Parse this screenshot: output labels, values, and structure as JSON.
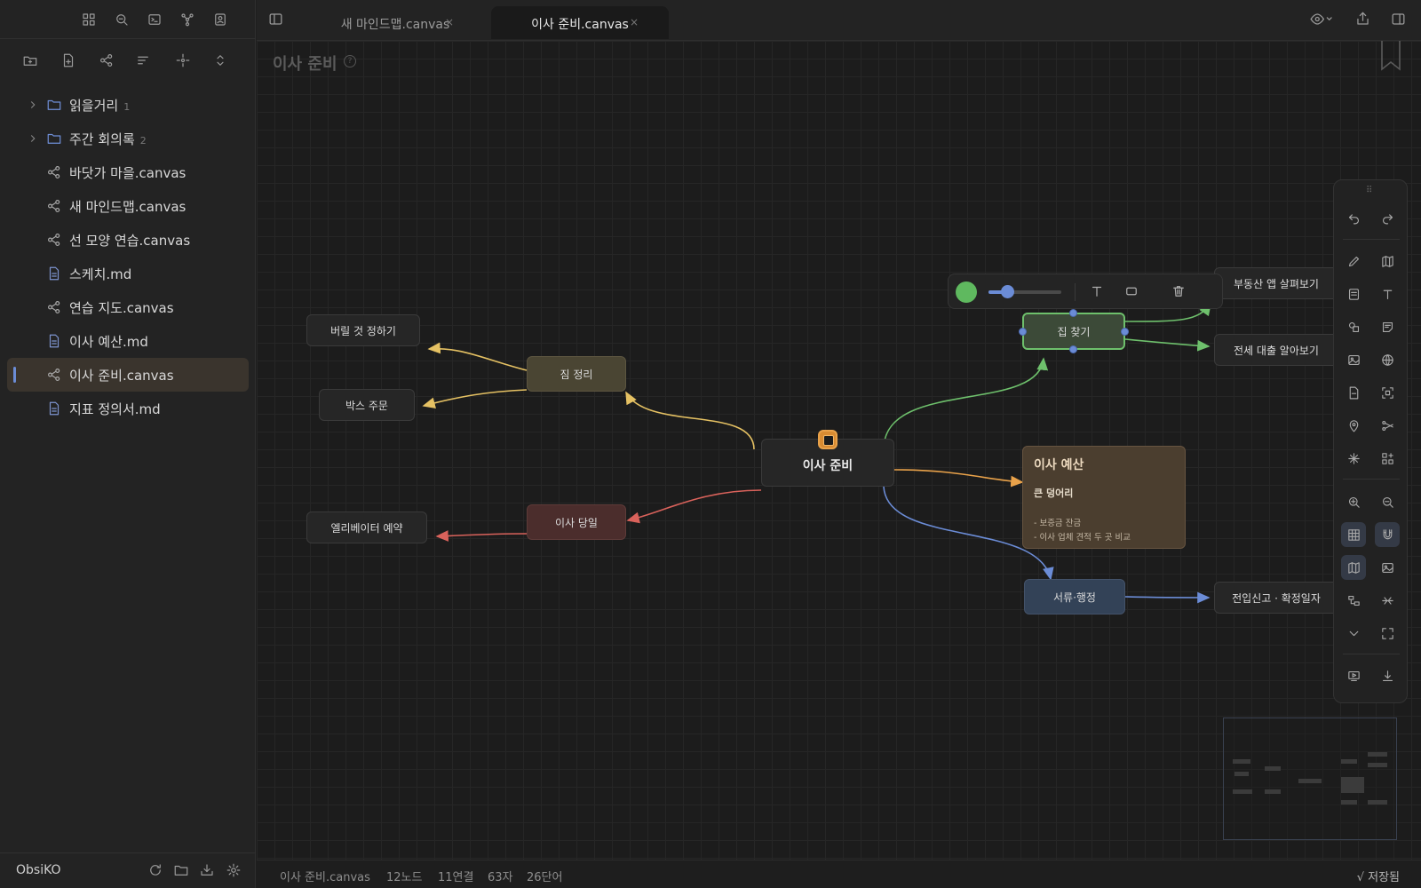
{
  "sidebar": {
    "files": [
      {
        "type": "folder",
        "label": "읽을거리",
        "count": "1"
      },
      {
        "type": "folder",
        "label": "주간 회의록",
        "count": "2"
      },
      {
        "type": "canvas",
        "label": "바닷가 마을.canvas"
      },
      {
        "type": "canvas",
        "label": "새 마인드맵.canvas"
      },
      {
        "type": "canvas",
        "label": "선 모양 연습.canvas"
      },
      {
        "type": "md",
        "label": "스케치.md"
      },
      {
        "type": "canvas",
        "label": "연습 지도.canvas"
      },
      {
        "type": "md",
        "label": "이사 예산.md"
      },
      {
        "type": "canvas",
        "label": "이사 준비.canvas",
        "active": true
      },
      {
        "type": "md",
        "label": "지표 정의서.md"
      }
    ],
    "vault_name": "ObsiKO"
  },
  "tabs": [
    {
      "label": "새 마인드맵.canvas",
      "close": "×"
    },
    {
      "label": "이사 준비.canvas",
      "close": "×",
      "active": true
    }
  ],
  "canvas": {
    "title": "이사 준비",
    "help": "?",
    "nodes": {
      "center": "이사 준비",
      "house_cleanup": "짐 정리",
      "decide_discard": "버릴 것 정하기",
      "order_boxes": "박스 주문",
      "moving_day": "이사 당일",
      "elevator": "엘리베이터 예약",
      "find_house": "집 찾기",
      "real_estate_app": "부동산 앱 살펴보기",
      "jeonse_loan": "전세 대출 알아보기",
      "paperwork": "서류·행정",
      "move_in_report": "전입신고 · 확정일자"
    },
    "budget_card": {
      "title": "이사 예산",
      "subtitle": "큰 덩어리",
      "items": [
        "- 보증금 잔금",
        "- 이사 업체 견적 두 곳 비교"
      ]
    },
    "colors": {
      "yellow": "#e5c163",
      "red": "#d9625b",
      "green": "#6ec06c",
      "blue": "#6b8cd6",
      "orange": "#e9a24a"
    },
    "node_toolbar": {
      "color": "#5fb95f",
      "line_width_fraction": 0.25
    }
  },
  "statusbar": {
    "file": "이사 준비.canvas",
    "nodes": "12노드",
    "edges": "11연결",
    "chars": "63자",
    "words": "26단어",
    "saved": "√ 저장됨"
  }
}
